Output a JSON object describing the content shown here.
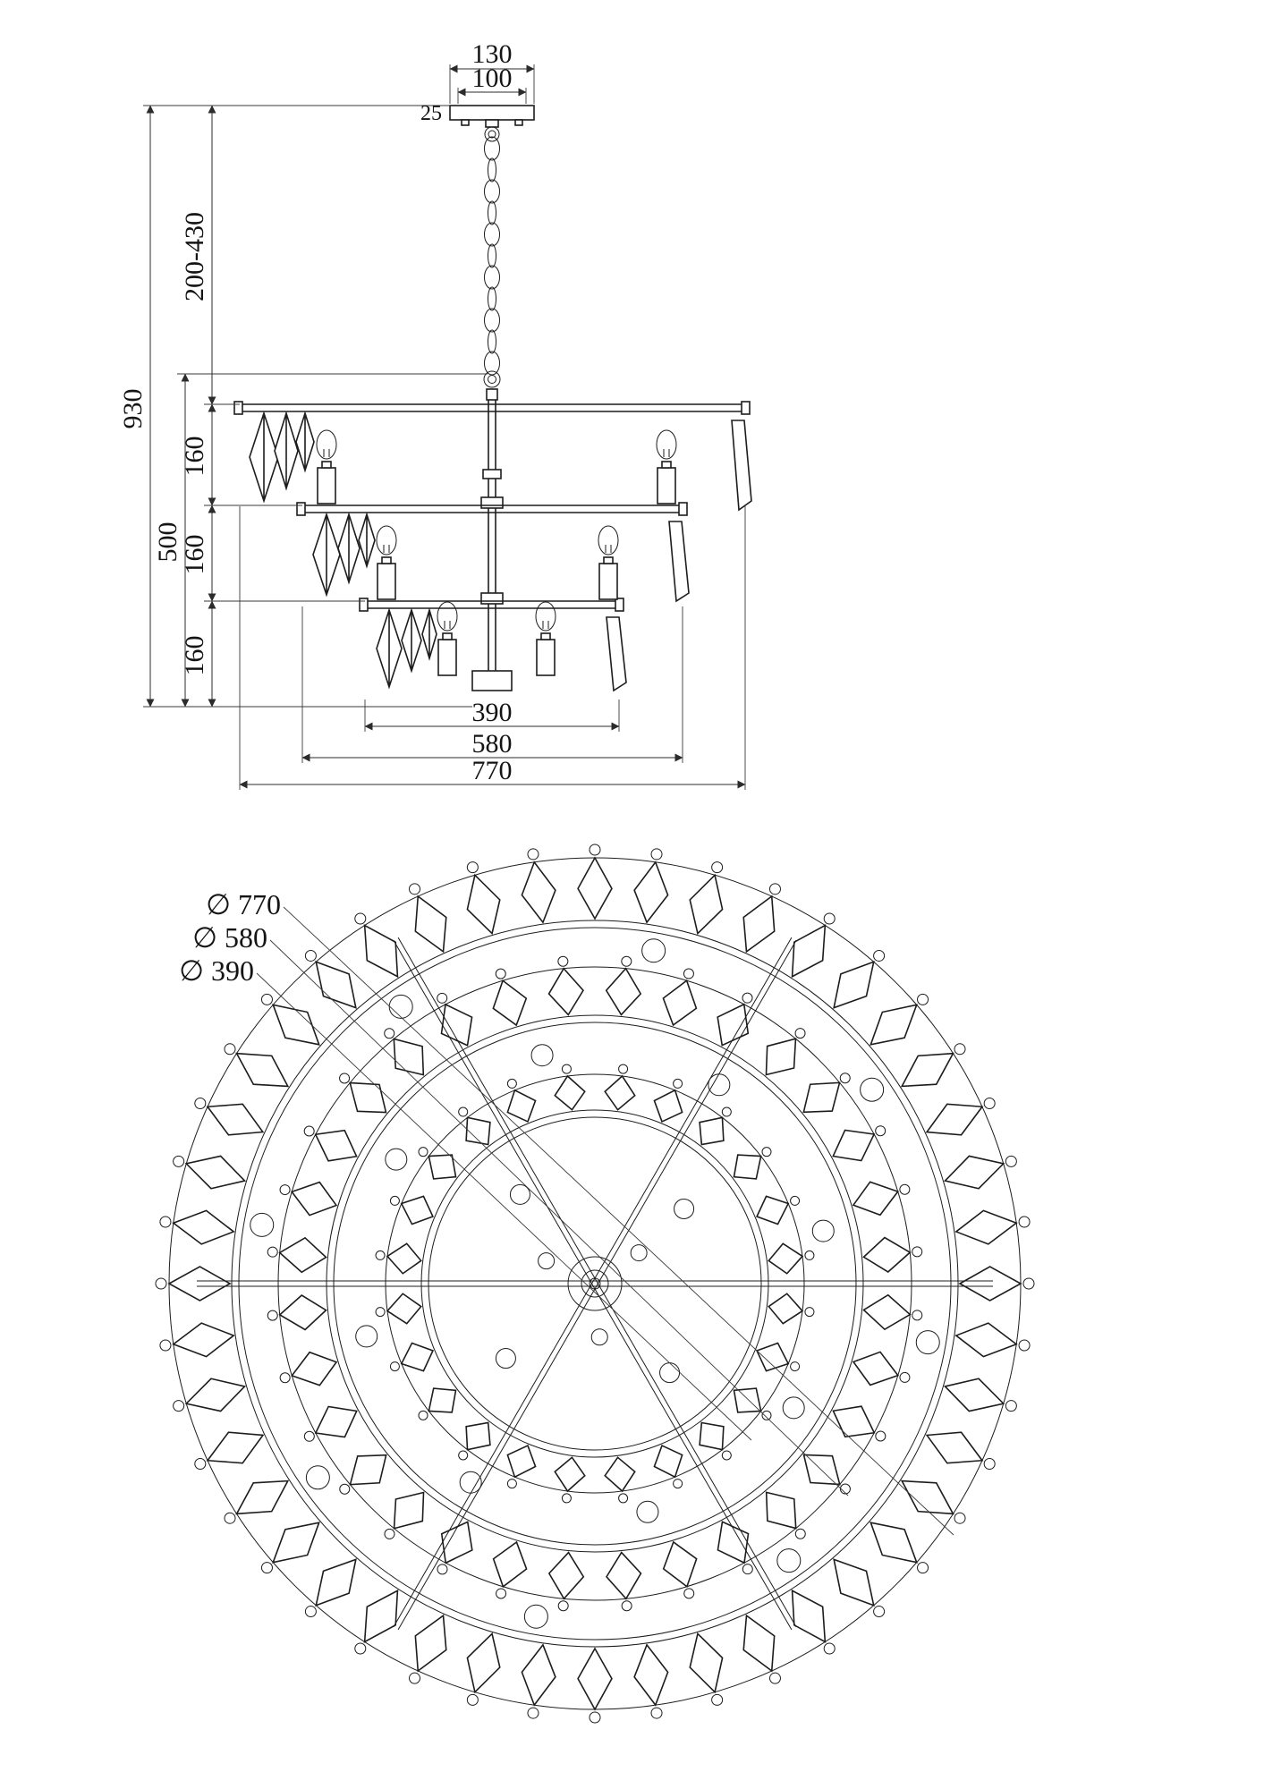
{
  "side": {
    "canopy_width": "130",
    "canopy_inner": "100",
    "canopy_height": "25",
    "chain_length": "200-430",
    "total_height": "930",
    "body_height": "500",
    "tier1_height": "160",
    "tier2_height": "160",
    "tier3_height": "160",
    "tier3_diameter": "390",
    "tier2_diameter": "580",
    "tier1_diameter": "770"
  },
  "plan": {
    "d770": "∅ 770",
    "d580": "∅ 580",
    "d390": "∅ 390"
  }
}
